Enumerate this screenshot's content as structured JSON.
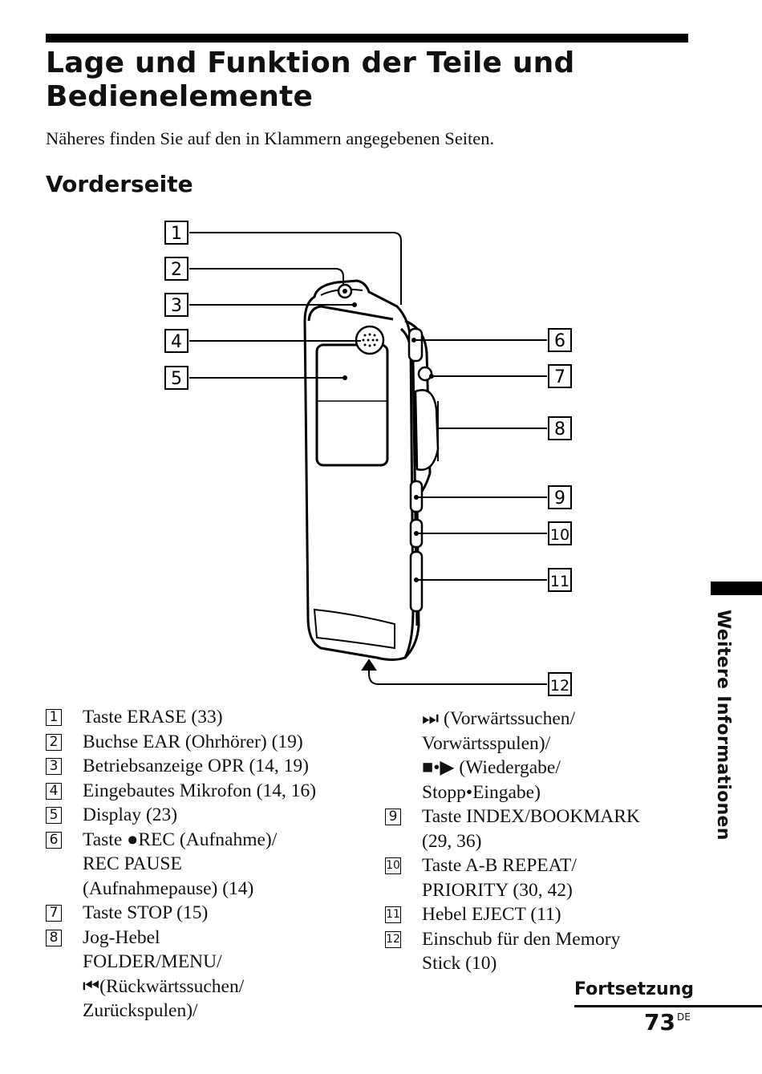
{
  "title": "Lage und Funktion der Teile und Bedienelemente",
  "intro": "Näheres finden Sie auf den in Klammern angegebenen Seiten.",
  "section_heading": "Vorderseite",
  "callouts": [
    "1",
    "2",
    "3",
    "4",
    "5",
    "6",
    "7",
    "8",
    "9",
    "10",
    "11",
    "12"
  ],
  "legend_left": [
    {
      "num": "1",
      "lines": [
        "Taste ERASE (33)"
      ]
    },
    {
      "num": "2",
      "lines": [
        "Buchse EAR (Ohrhörer) (19)"
      ]
    },
    {
      "num": "3",
      "lines": [
        "Betriebsanzeige OPR (14, 19)"
      ]
    },
    {
      "num": "4",
      "lines": [
        "Eingebautes Mikrofon (14, 16)"
      ]
    },
    {
      "num": "5",
      "lines": [
        "Display (23)"
      ]
    },
    {
      "num": "6",
      "lines": [
        "Taste ●REC (Aufnahme)/",
        "REC PAUSE",
        "(Aufnahmepause) (14)"
      ]
    },
    {
      "num": "7",
      "lines": [
        "Taste STOP (15)"
      ]
    },
    {
      "num": "8",
      "lines": [
        "Jog-Hebel",
        "FOLDER/MENU/",
        "⏮(Rückwärtssuchen/",
        "Zurückspulen)/"
      ]
    }
  ],
  "legend_right": [
    {
      "num": "",
      "lines": [
        "⏭ (Vorwärtssuchen/",
        "Vorwärtsspulen)/",
        " ■•▶ (Wiedergabe/",
        "Stopp•Eingabe)"
      ]
    },
    {
      "num": "9",
      "lines": [
        "Taste INDEX/BOOKMARK",
        "(29, 36)"
      ]
    },
    {
      "num": "10",
      "lines": [
        "Taste A-B REPEAT/",
        "PRIORITY (30, 42)"
      ]
    },
    {
      "num": "11",
      "lines": [
        "Hebel EJECT (11)"
      ]
    },
    {
      "num": "12",
      "lines": [
        "Einschub für den Memory",
        "Stick (10)"
      ]
    }
  ],
  "side_label": "Weitere Informationen",
  "continued": "Fortsetzung",
  "page_number": "73",
  "page_suffix": "DE"
}
